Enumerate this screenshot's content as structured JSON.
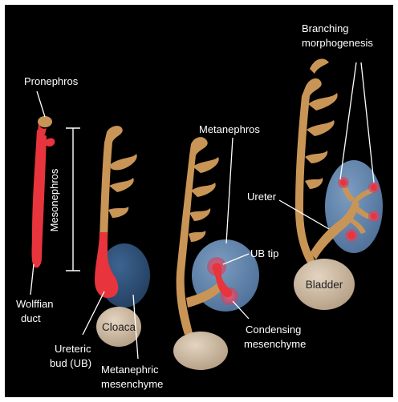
{
  "labels": {
    "pronephros": "Pronephros",
    "mesonephros": "Mesonephros",
    "wolffian_duct_line1": "Wolffian",
    "wolffian_duct_line2": "duct",
    "ureteric_bud_line1": "Ureteric",
    "ureteric_bud_line2": "bud (UB)",
    "cloaca": "Cloaca",
    "metanephric_mesenchyme_line1": "Metanephric",
    "metanephric_mesenchyme_line2": "mesenchyme",
    "metanephros": "Metanephros",
    "ub_tip": "UB tip",
    "condensing_mesenchyme_line1": "Condensing",
    "condensing_mesenchyme_line2": "mesenchyme",
    "branching_line1": "Branching",
    "branching_line2": "morphogenesis",
    "ureter": "Ureter",
    "bladder": "Bladder"
  },
  "colors": {
    "background": "#000000",
    "duct_red": "#e8343c",
    "tubule_tan": "#c99556",
    "mesenchyme_blue": "#2f5178",
    "mesenchyme_light": "#5a7da3",
    "cloaca_beige": "#cdb9a0",
    "label_white": "#ffffff"
  }
}
